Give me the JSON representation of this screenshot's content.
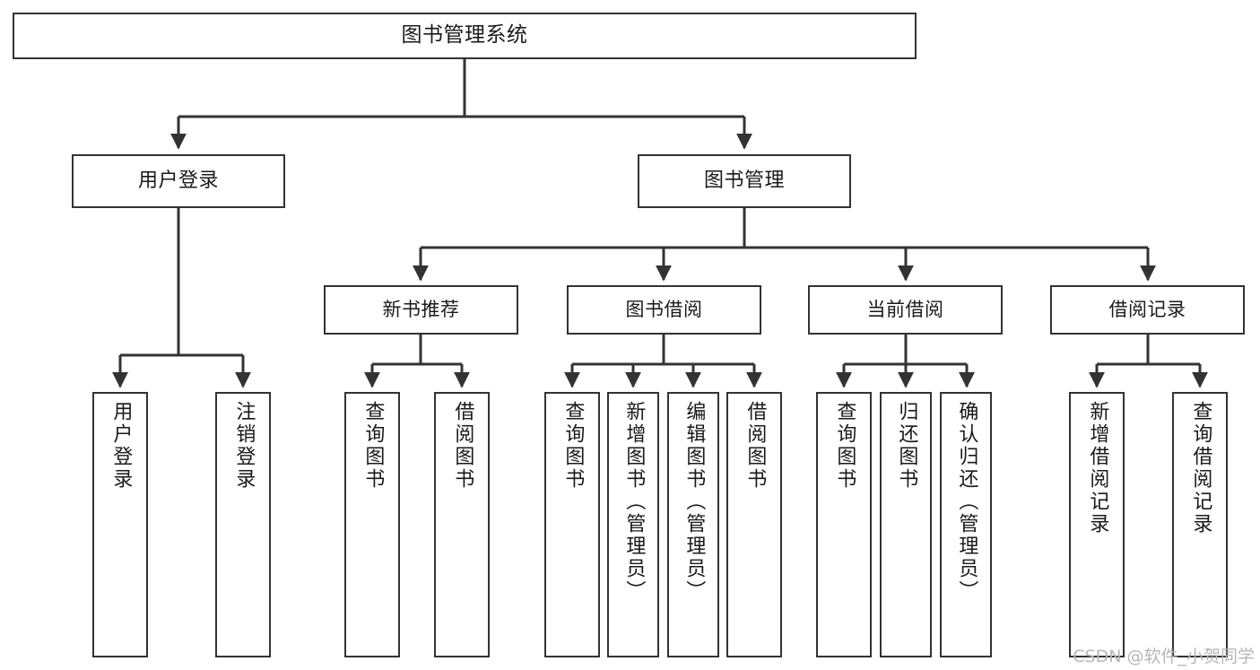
{
  "diagram": {
    "title": "图书管理系统",
    "type": "tree-hierarchy",
    "stroke_color": "#333333",
    "fill_color": "#ffffff",
    "text_color": "#1a1a1a",
    "background_color": "#ffffff"
  },
  "nodes": {
    "root": {
      "label": "图书管理系统"
    },
    "level2": [
      {
        "label": "用户登录"
      },
      {
        "label": "图书管理"
      }
    ],
    "level3": [
      {
        "label": "新书推荐"
      },
      {
        "label": "图书借阅"
      },
      {
        "label": "当前借阅"
      },
      {
        "label": "借阅记录"
      }
    ],
    "leaves": [
      {
        "label": "用户登录"
      },
      {
        "label": "注销登录"
      },
      {
        "label": "查询图书"
      },
      {
        "label": "借阅图书"
      },
      {
        "label": "查询图书"
      },
      {
        "label": "新增图书（管理员）"
      },
      {
        "label": "编辑图书（管理员）"
      },
      {
        "label": "借阅图书"
      },
      {
        "label": "查询图书"
      },
      {
        "label": "归还图书"
      },
      {
        "label": "确认归还（管理员）"
      },
      {
        "label": "新增借阅记录"
      },
      {
        "label": "查询借阅记录"
      }
    ]
  },
  "watermark": {
    "text": "CSDN @软件_小贺同学"
  }
}
